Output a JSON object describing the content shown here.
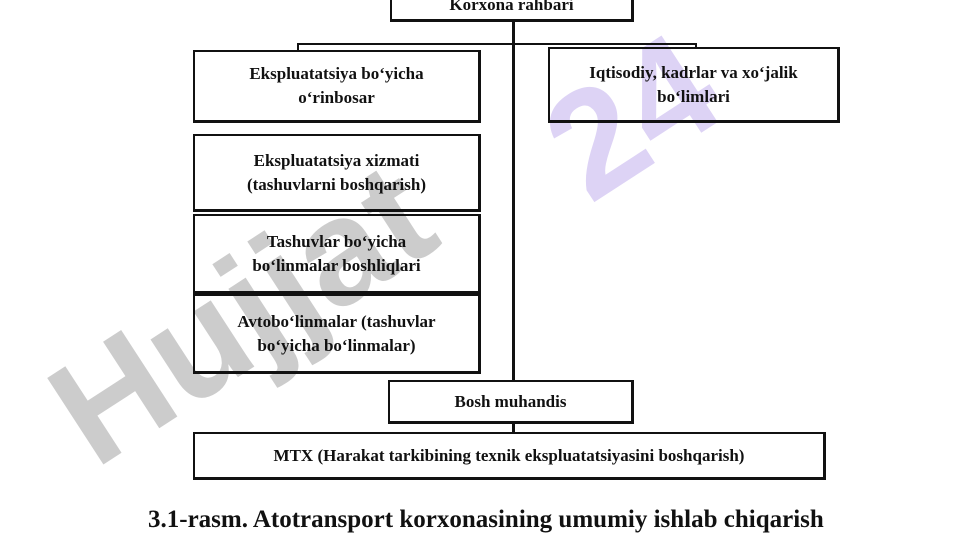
{
  "diagram": {
    "top_box": "Korxona rahbari",
    "left_column": [
      {
        "line1": "Ekspluatatsiya bo‘yicha",
        "line2": "o‘rinbosar"
      },
      {
        "line1": "Ekspluatatsiya xizmati",
        "line2": "(tashuvlarni boshqarish)"
      },
      {
        "line1": "Tashuvlar bo‘yicha",
        "line2": "bo‘linmalar boshliqlari"
      },
      {
        "line1": "Avtobo‘linmalar (tashuvlar",
        "line2": "bo‘yicha bo‘linmalar)"
      }
    ],
    "right_box": {
      "line1": "Iqtisodiy, kadrlar va xo‘jalik",
      "line2": "bo‘limlari"
    },
    "chief_engineer": "Bosh muhandis",
    "mtx_box": "MTX (Harakat tarkibining texnik ekspluatatsiyasini boshqarish)"
  },
  "caption": "3.1-rasm. Atotransport korxonasining umumiy ishlab chiqarish",
  "watermark": {
    "text": "Hujjat 24",
    "colors": [
      "#bdbdbd",
      "#d6ccf2"
    ]
  }
}
